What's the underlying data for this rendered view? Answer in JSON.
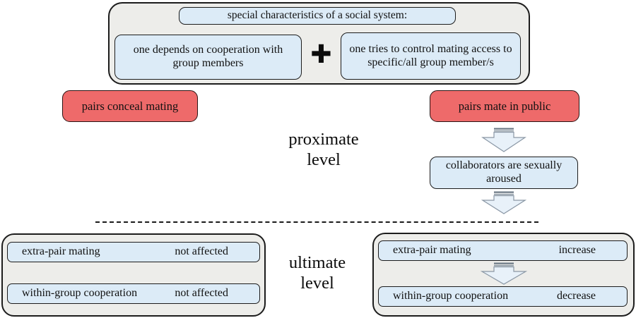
{
  "colors": {
    "panel_bg": "#ededea",
    "blue_box_bg": "#dcebf7",
    "red_box_bg": "#ee6a6a",
    "border": "#1c1c1c",
    "arrow_fill": "#e8f1f9",
    "arrow_stroke": "#8a97a5",
    "arrow_stripe": "#6b7884"
  },
  "top_panel": {
    "header": "special characteristics of a social system:",
    "left_condition": "one depends on cooperation with group members",
    "plus_sign": "✚",
    "right_condition": "one tries to control mating access to specific/all group member/s"
  },
  "proximate_section": {
    "level_line1": "proximate",
    "level_line2": "level",
    "conceal_box": "pairs conceal mating",
    "public_box": "pairs mate in public",
    "aroused_box": "collaborators are sexually aroused"
  },
  "ultimate_section": {
    "level_line1": "ultimate",
    "level_line2": "level",
    "left_panel": {
      "rows": [
        {
          "label": "extra-pair mating",
          "value": "not affected"
        },
        {
          "label": "within-group cooperation",
          "value": "not affected"
        }
      ]
    },
    "right_panel": {
      "rows": [
        {
          "label": "extra-pair mating",
          "value": "increase"
        },
        {
          "label": "within-group cooperation",
          "value": "decrease"
        }
      ]
    }
  }
}
